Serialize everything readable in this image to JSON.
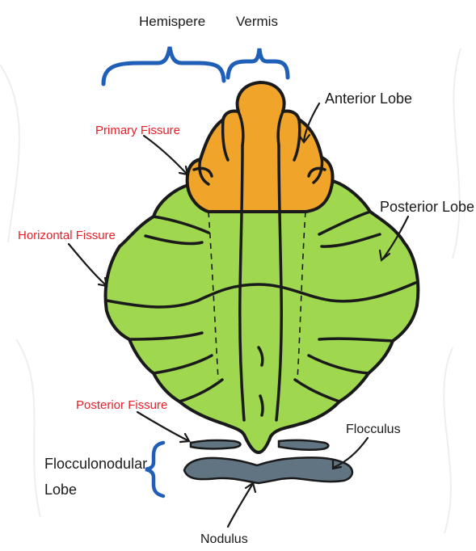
{
  "labels": {
    "hemisphere": "Hemispere",
    "vermis": "Vermis",
    "anterior_lobe": "Anterior Lobe",
    "primary_fissure": "Primary Fissure",
    "posterior_lobe": "Posterior Lobe",
    "horizontal_fissure": "Horizontal Fissure",
    "posterior_fissure": "Posterior Fissure",
    "flocculonodular_line1": "Flocculonodular",
    "flocculonodular_line2": "Lobe",
    "flocculus": "Flocculus",
    "nodulus": "Nodulus"
  },
  "colors": {
    "anterior_lobe": "#f0a52a",
    "posterior_lobe": "#9fd84f",
    "flocculonodular": "#607481",
    "bracket": "#1f5fb8",
    "fissure_label": "#e8202a",
    "outline": "#1a1a1a"
  }
}
